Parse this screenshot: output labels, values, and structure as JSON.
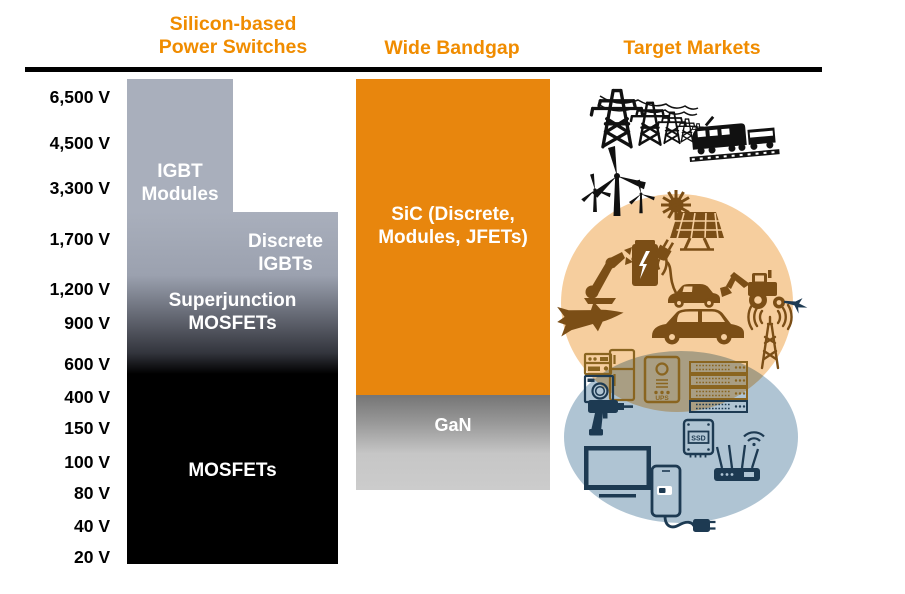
{
  "header": {
    "col1_line1": "Silicon-based",
    "col1_line2": "Power Switches",
    "col2": "Wide Bandgap",
    "col3": "Target Markets"
  },
  "axis": {
    "labels": [
      "6,500 V",
      "4,500 V",
      "3,300 V",
      "1,700 V",
      "1,200 V",
      "900 V",
      "600 V",
      "400 V",
      "150 V",
      "100 V",
      "80 V",
      "40 V",
      "20 V"
    ]
  },
  "silicon": {
    "igbt_line1": "IGBT",
    "igbt_line2": "Modules",
    "discrete_line1": "Discrete",
    "discrete_line2": "IGBTs",
    "sj_line1": "Superjunction",
    "sj_line2": "MOSFETs",
    "mosfets": "MOSFETs"
  },
  "wbg": {
    "sic_line1": "SiC (Discrete,",
    "sic_line2": "Modules, JFETs)",
    "gan": "GaN"
  },
  "tm": {
    "ups_label": "UPS",
    "ssd_label": "SSD",
    "icons_top": [
      "transmission-towers-icon",
      "train-icon",
      "wind-turbines-icon"
    ],
    "icons_orange_circle": [
      "sun-icon",
      "solar-panel-icon",
      "robot-arm-icon",
      "ev-charging-station-icon",
      "power-plug-icon",
      "ev-car-charging-icon",
      "excavator-icon",
      "fighter-jet-icon",
      "car-icon",
      "telecom-tower-icon",
      "aircraft-icon"
    ],
    "icons_blue_circle": [
      "appliance-panel-icon",
      "washing-machine-icon",
      "refrigerator-icon",
      "ups-icon",
      "server-rack-icon",
      "power-drill-icon",
      "ssd-drive-icon",
      "wifi-router-icon",
      "tv-monitor-icon",
      "smartphone-charger-icon"
    ]
  },
  "colors": {
    "accent_orange_text": "#F08C00",
    "sic_bar_orange": "#E8860D",
    "silicon_gray": "#A9AFBC",
    "gan_gray_top": "#757575",
    "gan_gray_bottom": "#CCCCCC",
    "orange_ellipse": "#F6CE9E",
    "blue_ellipse": "#AFC4D3",
    "brown_icons": "#7B4E16",
    "navy_icons": "#1D3A52",
    "black_icons": "#111111"
  },
  "chart_data": {
    "type": "voltage-range-diagram",
    "voltage_ticks": [
      "6,500 V",
      "4,500 V",
      "3,300 V",
      "1,700 V",
      "1,200 V",
      "900 V",
      "600 V",
      "400 V",
      "150 V",
      "100 V",
      "80 V",
      "40 V",
      "20 V"
    ],
    "columns": [
      "Silicon-based Power Switches",
      "Wide Bandgap",
      "Target Markets"
    ],
    "ranges": [
      {
        "column": "Silicon-based Power Switches",
        "segment": "IGBT Modules",
        "approx_range": "~2,000 V to >6,500 V"
      },
      {
        "column": "Silicon-based Power Switches",
        "segment": "Discrete IGBTs",
        "approx_range": "~1,200 V to ~2,000 V"
      },
      {
        "column": "Silicon-based Power Switches",
        "segment": "Superjunction MOSFETs",
        "approx_range": "~600 V to ~1,200 V"
      },
      {
        "column": "Silicon-based Power Switches",
        "segment": "MOSFETs",
        "approx_range": "20 V to ~600 V"
      },
      {
        "column": "Wide Bandgap",
        "segment": "SiC (Discrete, Modules, JFETs)",
        "approx_range": "~400 V to >6,500 V"
      },
      {
        "column": "Wide Bandgap",
        "segment": "GaN",
        "approx_range": "~80 V to ~400 V"
      }
    ]
  }
}
